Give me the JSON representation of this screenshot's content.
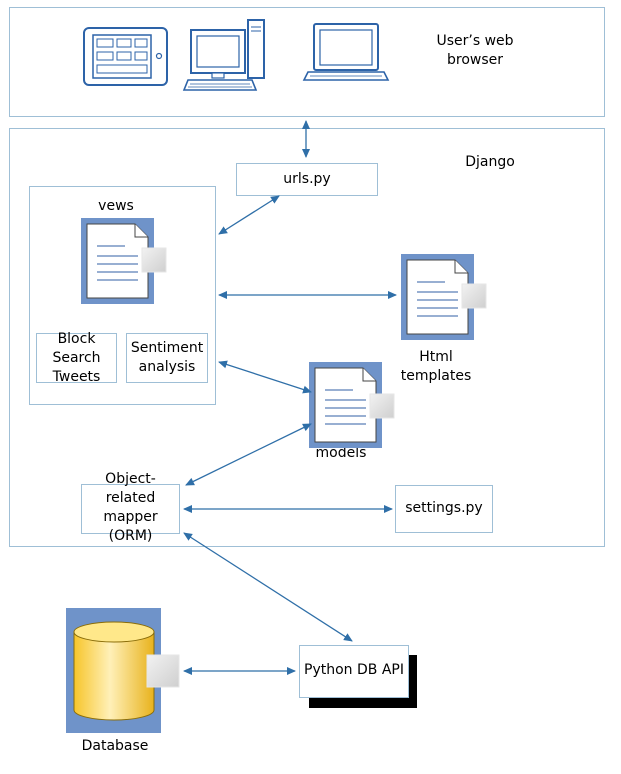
{
  "browser_region": {
    "label": "User’s web\nbrowser"
  },
  "django_region": {
    "label": "Django"
  },
  "urls": {
    "label": "urls.py"
  },
  "views": {
    "label": "vews",
    "block_search_tweets": "Block\nSearch\nTweets",
    "sentiment_analysis": "Sentiment\nanalysis"
  },
  "templates": {
    "label": "Html\ntemplates"
  },
  "models": {
    "label": "models"
  },
  "orm": {
    "label": "Object-\nrelated\nmapper\n(ORM)"
  },
  "settings": {
    "label": "settings.py"
  },
  "db_api": {
    "label": "Python DB API"
  },
  "database": {
    "label": "Database"
  },
  "icons": [
    "tablet-icon",
    "desktop-computer-icon",
    "laptop-icon",
    "document-icon",
    "database-cylinder-icon"
  ],
  "colors": {
    "border": "#9fbfd6",
    "arrow": "#2f6fa8",
    "doc_frame": "#6f93c9",
    "db_yellow": "#f5cf3a",
    "db_frame": "#6f93c9"
  }
}
